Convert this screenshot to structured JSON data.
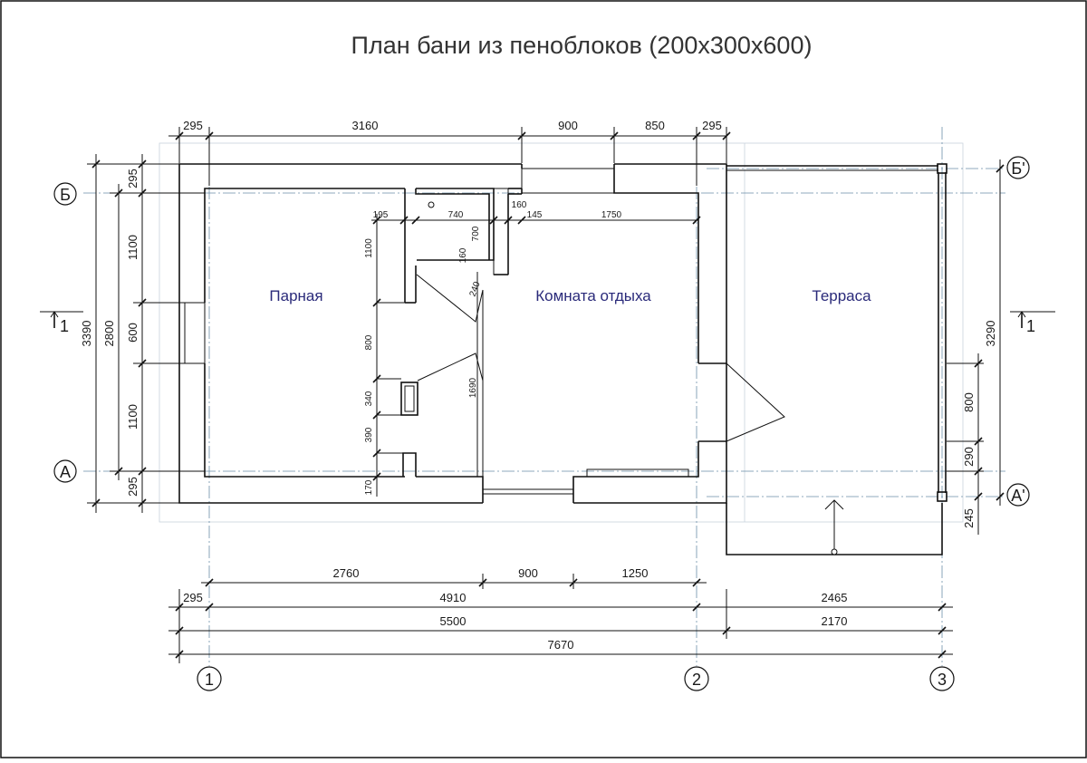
{
  "title": "План бани из пеноблоков (200х300х600)",
  "rooms": {
    "steam": "Парная",
    "rest": "Комната отдыха",
    "terrace": "Терраса"
  },
  "axes": {
    "a": "А",
    "b": "Б",
    "a_prime": "А'",
    "b_prime": "Б'",
    "n1": "1",
    "n2": "2",
    "n3": "3"
  },
  "section_mark": "1",
  "dims": {
    "top": [
      "295",
      "3160",
      "900",
      "850",
      "295"
    ],
    "bottom_row1": [
      "2760",
      "900",
      "1250"
    ],
    "bottom_row2": [
      "295",
      "4910",
      "2465"
    ],
    "bottom_row3": [
      "5500",
      "2170"
    ],
    "bottom_total": "7670",
    "left_outer": "3390",
    "left_mid": "2800",
    "left_inner": [
      "295",
      "1100",
      "600",
      "1100",
      "295"
    ],
    "right_total": "3290",
    "right_small": [
      "800",
      "290",
      "245"
    ],
    "interior_horizontal": [
      "195",
      "740",
      "160",
      "145",
      "1750"
    ],
    "interior_vertical": [
      "1100",
      "800",
      "340",
      "390",
      "170",
      "700",
      "160",
      "240",
      "1690"
    ]
  }
}
